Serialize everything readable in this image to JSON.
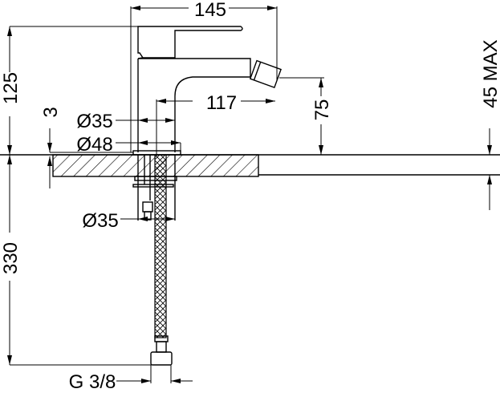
{
  "dimensions": {
    "overall_width": "145",
    "overall_height": "125",
    "spout_reach": "117",
    "spout_height": "75",
    "max_counter_thickness": "45 MAX",
    "base_plate_thickness": "3",
    "body_diameter": "Ø35",
    "base_diameter": "Ø48",
    "shank_nut_diameter": "Ø35",
    "hose_length": "330",
    "connection_thread": "G 3/8"
  },
  "colors": {
    "line": "#000000",
    "background": "#ffffff"
  }
}
